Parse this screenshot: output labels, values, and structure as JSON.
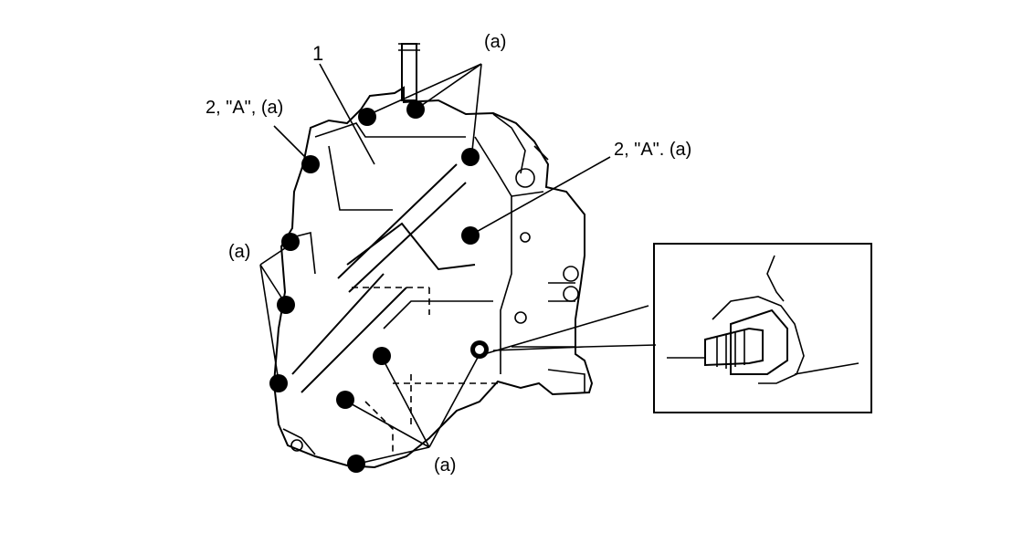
{
  "labels": {
    "part_1": "1",
    "bolt_a_top": "(a)",
    "bolt_2A_left": "2, \"A\", (a)",
    "bolt_2A_right": "2, \"A\". (a)",
    "bolt_a_left": "(a)",
    "bolt_a_bottom": "(a)"
  },
  "colors": {
    "ink": "#000000",
    "background": "#ffffff"
  }
}
